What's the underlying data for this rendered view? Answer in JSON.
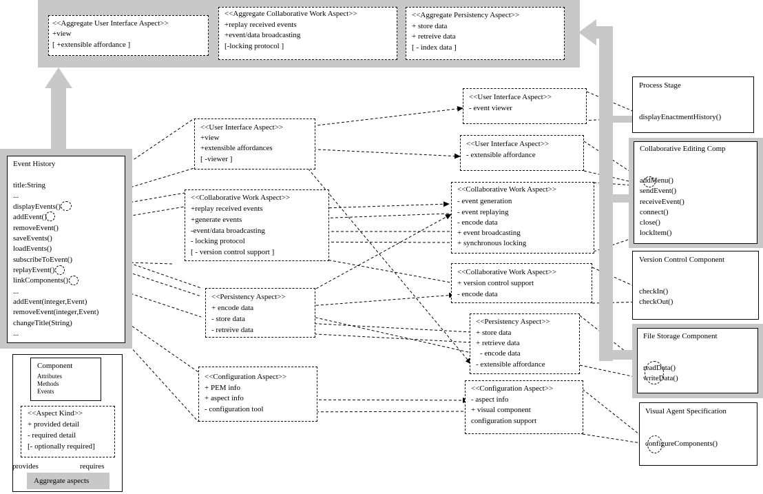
{
  "aggregate": {
    "ui": {
      "title": "<<Aggregate User Interface Aspect>>",
      "lines": [
        "+view",
        "[ +extensible affordance ]"
      ]
    },
    "collab": {
      "title": "<<Aggregate Collaborative Work Aspect>>",
      "lines": [
        "+replay received events",
        "+event/data broadcasting",
        "[-locking protocol ]"
      ]
    },
    "persist": {
      "title": "<<Aggregate Persistency Aspect>>",
      "lines": [
        "+ store data",
        "+ retreive data",
        "[ - index data ]"
      ]
    }
  },
  "event_history": {
    "title": "Event History",
    "items": [
      "title:String",
      "...",
      "displayEvents()",
      "addEvent()",
      "removeEvent()",
      "saveEvents()",
      "loadEvents()",
      "subscribeToEvent()",
      "replayEvent()",
      "linkComponents()",
      "...",
      "addEvent(integer,Event)",
      "removeEvent(integer,Event)",
      "changeTitle(String)",
      "..."
    ]
  },
  "eh_aspects": {
    "ui": {
      "title": "<<User Interface Aspect>>",
      "lines": [
        "+view",
        "+extensible affordances",
        "[ -viewer ]"
      ]
    },
    "collab": {
      "title": "<<Collaborative Work Aspect>>",
      "lines": [
        "+replay received events",
        "+generate events",
        "-event/data broadcasting",
        "- locking protocol",
        "[ - version control support ]"
      ]
    },
    "persist": {
      "title": "<<Persistency Aspect>>",
      "lines": [
        "+ encode data",
        "- store data",
        "- retreive data"
      ]
    },
    "config": {
      "title": "<<Configuration Aspect>>",
      "lines": [
        "+ PEM info",
        "+ aspect info",
        "- configuration tool"
      ]
    }
  },
  "comp_aspects": {
    "ui1": {
      "title": "<<User Interface Aspect>>",
      "lines": [
        "- event viewer"
      ]
    },
    "ui2": {
      "title": "<<User Interface Aspect>>",
      "lines": [
        "- extensible affordance"
      ]
    },
    "collab1": {
      "title": "<<Collaborative Work Aspect>>",
      "lines": [
        "- event generation",
        "- event replaying",
        "- encode data",
        "+ event broadcasting",
        "+ synchronous locking"
      ]
    },
    "collab2": {
      "title": "<<Collaborative Work Aspect>>",
      "lines": [
        "+ version control support",
        "- encode data"
      ]
    },
    "persist": {
      "title": "<<Persistency Aspect>>",
      "lines": [
        "+ store data",
        "+ retrieve data",
        "- encode data",
        "- extensible affordance"
      ]
    },
    "config": {
      "title": "<<Configuration Aspect>>",
      "lines": [
        "- aspect info",
        "+ visual component",
        "configuration support"
      ]
    }
  },
  "components": {
    "process": {
      "title": "Process Stage",
      "items": [
        "displayEnactmentHistory()"
      ]
    },
    "collab_edit": {
      "title": "Collaborative Editing Comp",
      "items": [
        "addMenu()",
        "sendEvent()",
        "receiveEvent()",
        "connect()",
        "close()",
        "lockItem()"
      ]
    },
    "version": {
      "title": "Version Control Component",
      "items": [
        "checkIn()",
        "checkOut()"
      ]
    },
    "file": {
      "title": "File Storage Component",
      "items": [
        "readData()",
        "writeData()"
      ]
    },
    "visual": {
      "title": "Visual Agent Specification",
      "items": [
        "configureComponents()"
      ]
    }
  },
  "legend": {
    "component": {
      "title": "Component",
      "items": [
        "Attributes",
        "Methods",
        "Events"
      ]
    },
    "aspect": {
      "title": "<<Aspect Kind>>",
      "lines": [
        "+ provided detail",
        "- required detail",
        "[- optionally required]"
      ]
    },
    "provides": "provides",
    "requires": "requires",
    "aggregate": "Aggregate aspects"
  },
  "colors": {
    "aggregate_gray": "#c8c8c8",
    "line": "#000000",
    "background": "#ffffff"
  }
}
